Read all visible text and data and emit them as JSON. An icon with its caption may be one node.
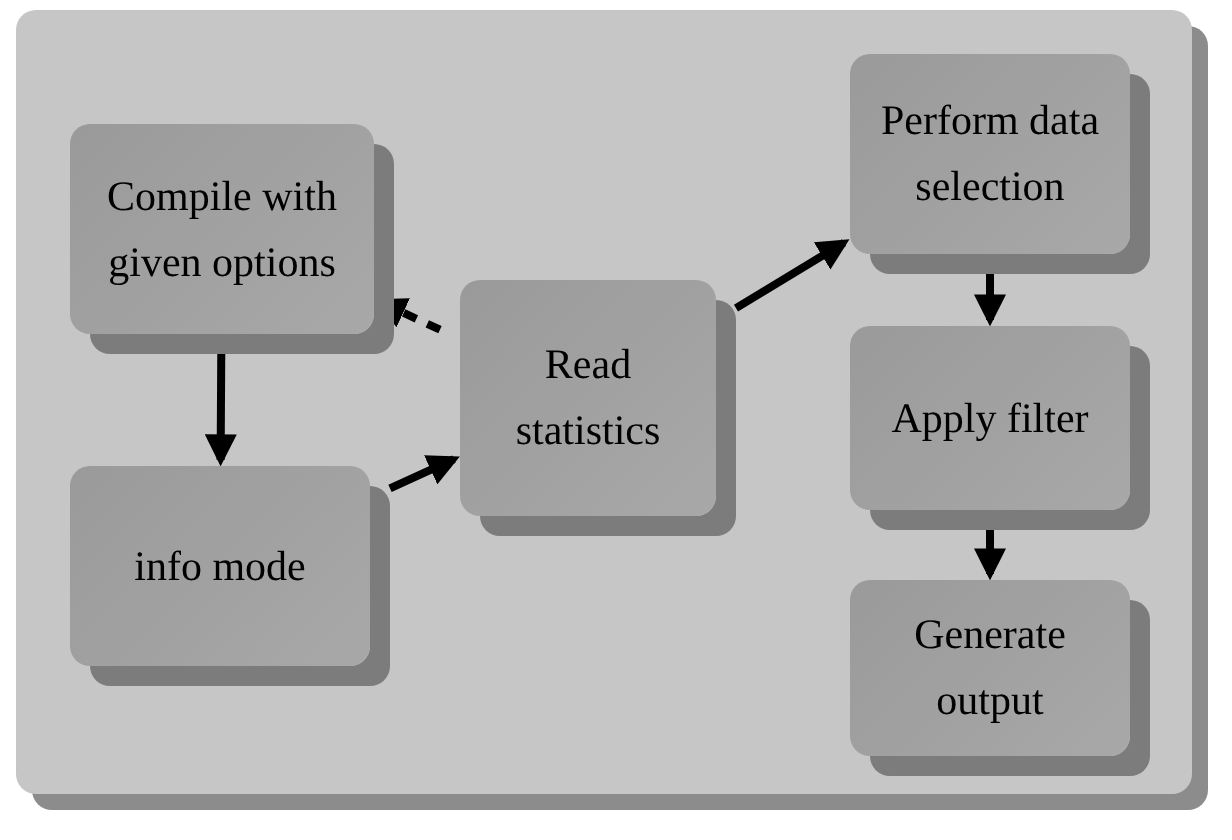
{
  "diagram": {
    "nodes": [
      {
        "text": [],
        "shape": "box"
      },
      {
        "text": [
          "Compile with given options"
        ],
        "in": 0
      },
      {
        "text": [
          "info mode"
        ],
        "in": 0
      },
      {
        "text": [
          "Read statistics"
        ],
        "in": 0
      },
      {
        "text": [
          "Perform data selection"
        ],
        "in": 0
      },
      {
        "text": [
          "Apply filter"
        ],
        "in": 0
      },
      {
        "text": [
          "Generate output"
        ],
        "in": 0
      }
    ],
    "edges": [
      {
        "from": 1,
        "to": 2,
        "arrow": "to"
      },
      {
        "from": 2,
        "to": 3,
        "arrow": "to"
      },
      {
        "from": 3,
        "to": 1,
        "arrow": "to",
        "style": "dashed"
      },
      {
        "from": 3,
        "to": 4,
        "arrow": "to"
      },
      {
        "from": 4,
        "to": 5,
        "arrow": "to"
      },
      {
        "from": 5,
        "to": 6,
        "arrow": "to"
      }
    ]
  }
}
